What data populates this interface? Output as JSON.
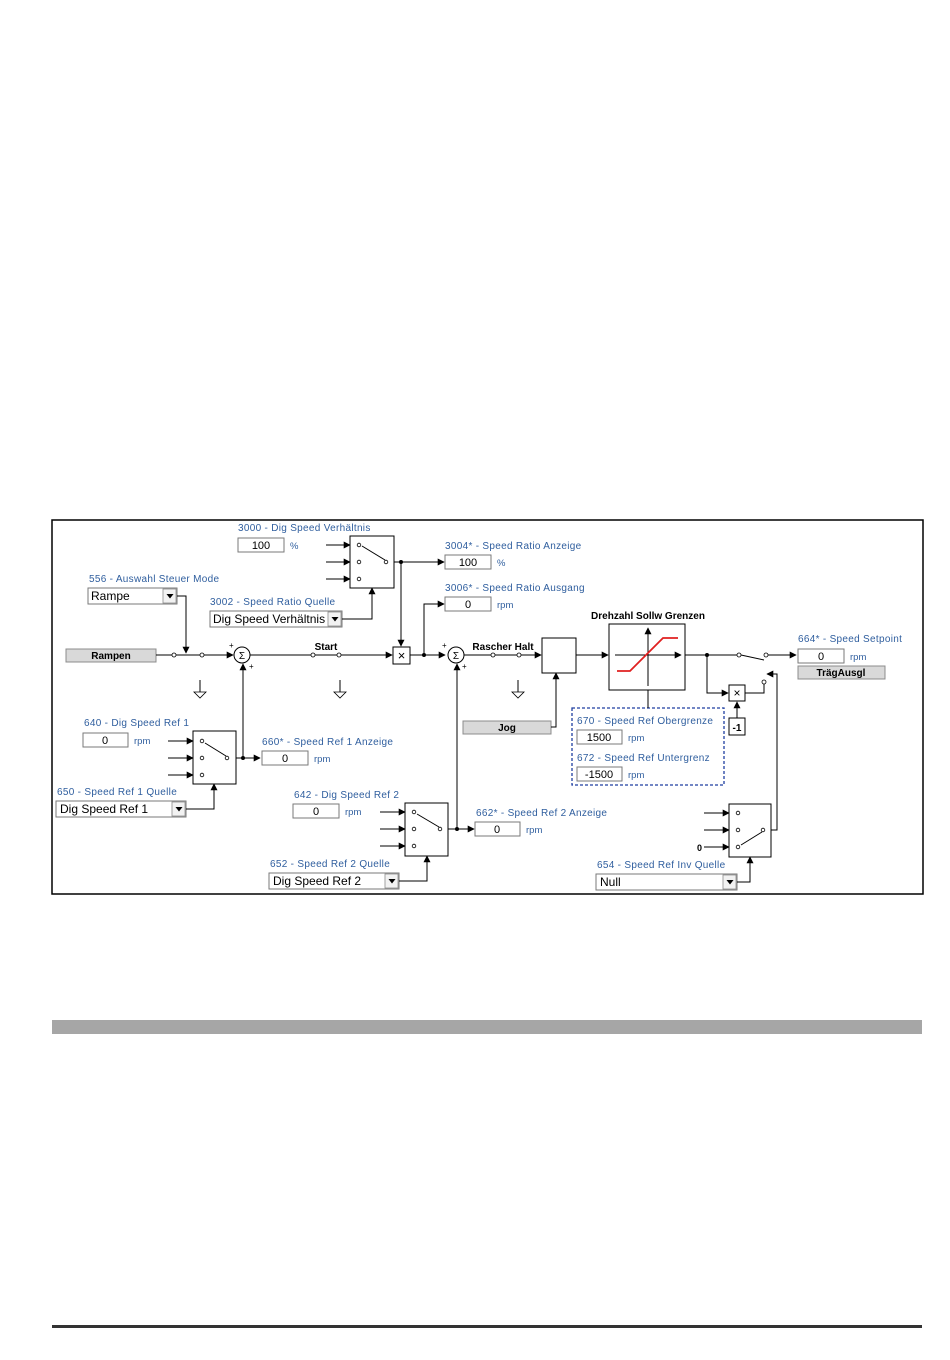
{
  "labels": {
    "p3000": "3000 - Dig Speed Verhältnis",
    "p3004": "3004* - Speed Ratio Anzeige",
    "p556": "556 - Auswahl Steuer Mode",
    "p3006": "3006* - Speed Ratio Ausgang",
    "p3002": "3002 - Speed Ratio Quelle",
    "grenzen": "Drehzahl Sollw Grenzen",
    "p664": "664* - Speed Setpoint",
    "start": "Start",
    "rascher": "Rascher Halt",
    "p640": "640 - Dig Speed Ref 1",
    "p660": "660* - Speed Ref 1 Anzeige",
    "p670": "670 - Speed Ref Obergrenze",
    "p672": "672 - Speed Ref Untergrenz",
    "p650": "650 - Speed Ref 1 Quelle",
    "p642": "642 - Dig Speed Ref 2",
    "p662": "662* - Speed Ref 2 Anzeige",
    "p652": "652 - Speed Ref 2 Quelle",
    "p654": "654 - Speed Ref Inv Quelle",
    "minus_one": "-1",
    "zero_input": "0"
  },
  "values": {
    "v3000": "100",
    "v3004": "100",
    "v3006": "0",
    "v664": "0",
    "v640": "0",
    "v660": "0",
    "v670": "1500",
    "v672": "-1500",
    "v642": "0",
    "v662": "0"
  },
  "units": {
    "percent": "%",
    "rpm": "rpm"
  },
  "dropdowns": {
    "d556": "Rampe",
    "d3002": "Dig Speed Verhältnis",
    "d650": "Dig Speed Ref 1",
    "d652": "Dig Speed Ref 2",
    "d654": "Null"
  },
  "buttons": {
    "rampen": "Rampen",
    "jog": "Jog",
    "traeg": "TrägAusgl"
  },
  "symbols": {
    "sigma": "Σ",
    "times": "×",
    "plus": "+"
  },
  "colors": {
    "label": "#2f5e9e",
    "limit_curve": "#e02020",
    "limits_frame": "#1f3fa0",
    "button": "#d9d9d9"
  }
}
